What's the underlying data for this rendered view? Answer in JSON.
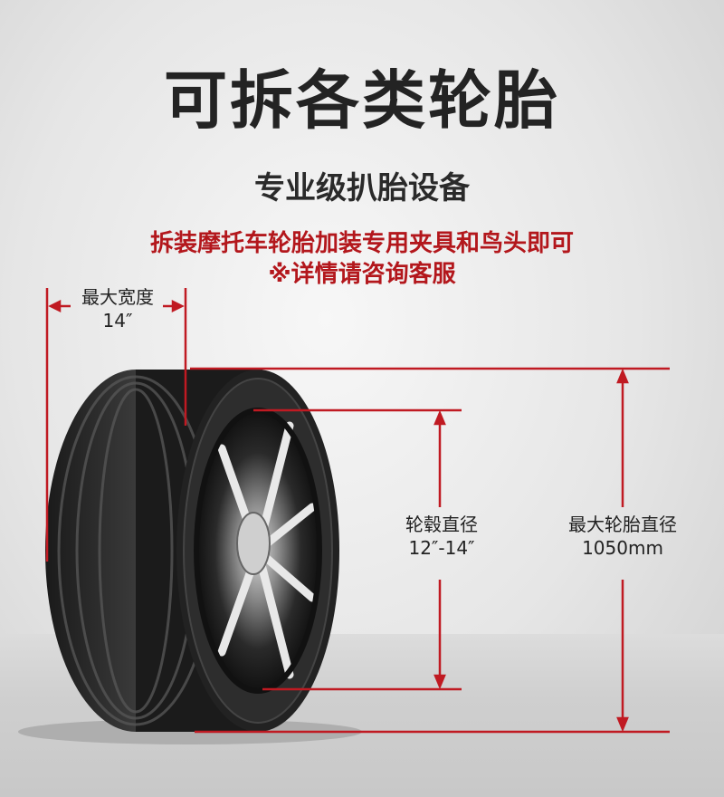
{
  "hero": {
    "title": "可拆各类轮胎",
    "subtitle": "专业级扒胎设备"
  },
  "notes": {
    "line1": "拆装摩托车轮胎加装专用夹具和鸟头即可",
    "line2": "※详情请咨询客服"
  },
  "dimensions": {
    "width": {
      "label": "最大宽度",
      "value": "14″"
    },
    "rim": {
      "label": "轮毂直径",
      "value": "12″-14″"
    },
    "tire": {
      "label": "最大轮胎直径",
      "value": "1050mm"
    }
  },
  "colors": {
    "accent": "#b3171c",
    "text": "#232323",
    "line": "#c01a22"
  }
}
